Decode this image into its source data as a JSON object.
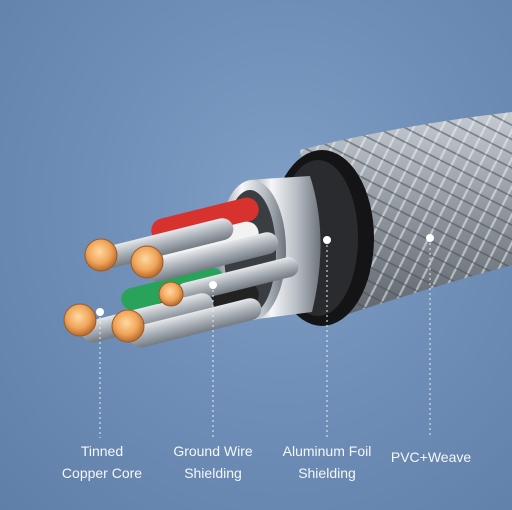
{
  "background_color": "#6f8fb8",
  "labels": [
    {
      "line1": "Tinned",
      "line2": "Copper Core"
    },
    {
      "line1": "Ground Wire",
      "line2": "Shielding"
    },
    {
      "line1": "Aluminum Foil",
      "line2": "Shielding"
    },
    {
      "line1": "PVC+Weave",
      "line2": ""
    }
  ],
  "colors": {
    "braid": "#9aa1a8",
    "jacket": "#1a1a1c",
    "foil": "#d9dde2",
    "wire_red": "#d8322f",
    "wire_green": "#2aa35a",
    "wire_white": "#f2f2f2",
    "wire_black": "#222222",
    "copper": "#f0a55a"
  }
}
